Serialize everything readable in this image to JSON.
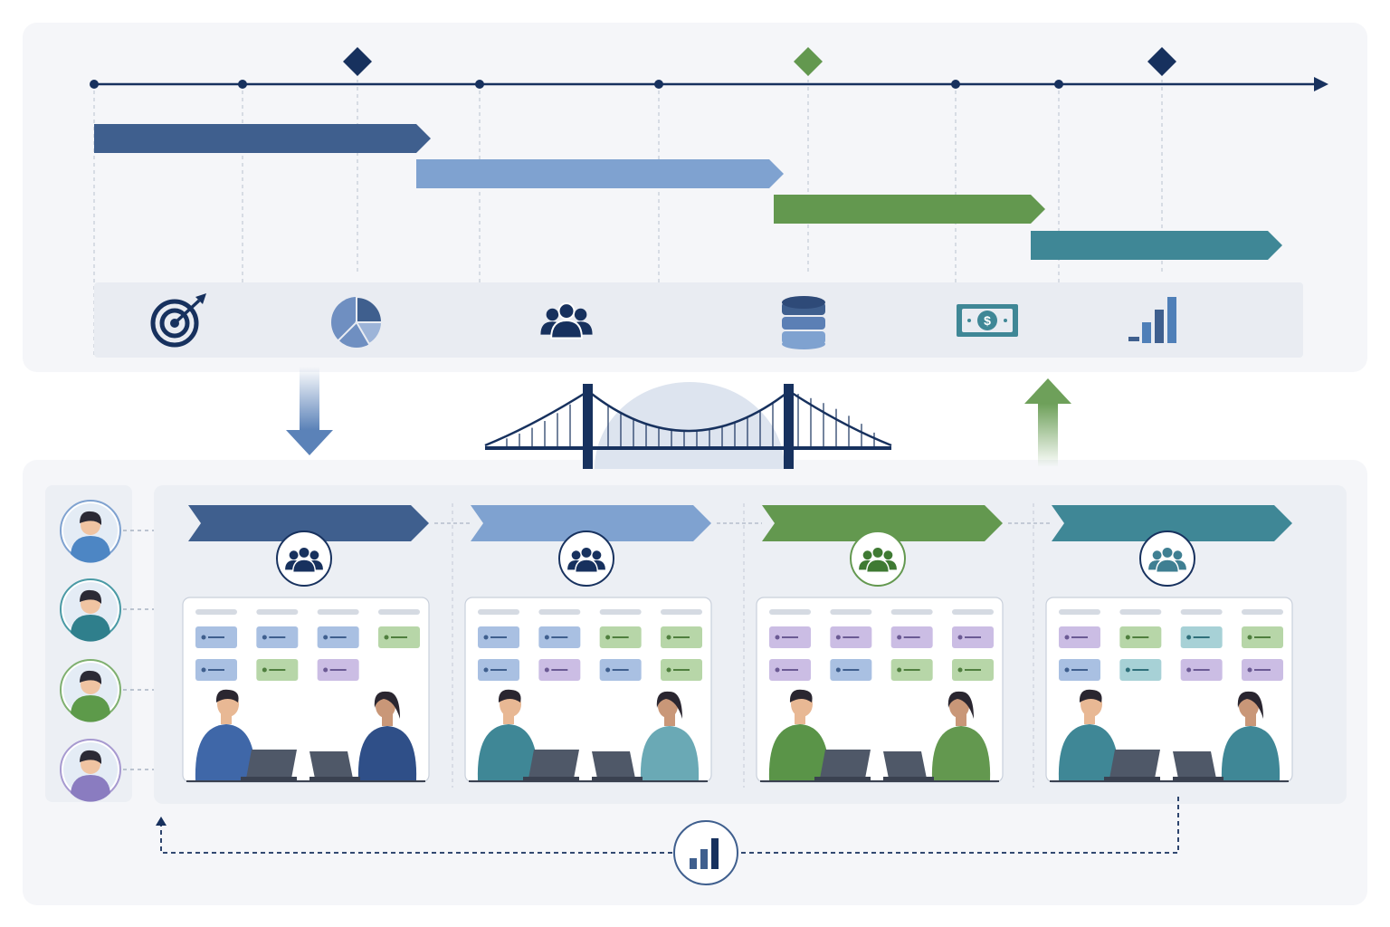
{
  "colors": {
    "navy": "#17315e",
    "dark_blue": "#3f5f8e",
    "light_blue": "#7fa2d0",
    "green": "#63984f",
    "teal": "#3f8796",
    "purple": "#b8a9d6"
  },
  "timeline": {
    "milestones": [
      {
        "icon": "milestone-diamond-icon",
        "color": "#17315e"
      },
      {
        "icon": "milestone-diamond-icon",
        "color": "#63984f"
      },
      {
        "icon": "milestone-diamond-icon",
        "color": "#17315e"
      }
    ],
    "phase_bars": [
      {
        "color": "#3f5f8e"
      },
      {
        "color": "#7fa2d0"
      },
      {
        "color": "#63984f"
      },
      {
        "color": "#3f8796"
      }
    ],
    "category_icons": [
      "target-icon",
      "pie-chart-icon",
      "team-icon",
      "database-icon",
      "money-icon",
      "bar-chart-icon"
    ]
  },
  "connectors": {
    "down_arrow_icon": "arrow-down-icon",
    "up_arrow_icon": "arrow-up-icon",
    "bridge_icon": "bridge-icon",
    "feedback_icon": "bar-chart-icon"
  },
  "team_members": [
    {
      "icon": "avatar-icon",
      "ring": "#7fa2d0",
      "shirt": "#4d86c4"
    },
    {
      "icon": "avatar-icon",
      "ring": "#4a9aa5",
      "shirt": "#2f7f8c"
    },
    {
      "icon": "avatar-icon",
      "ring": "#7fb070",
      "shirt": "#5d9a4a"
    },
    {
      "icon": "avatar-icon",
      "ring": "#a79ad0",
      "shirt": "#8a7cc0"
    }
  ],
  "workstreams": [
    {
      "color": "#3f5f8e",
      "team_icon": "team-icon",
      "cards": [
        [
          "blue",
          "blue",
          "blue",
          "green"
        ],
        [
          "blue",
          "green",
          "purple",
          null
        ]
      ],
      "people": [
        "#3f67a8",
        "#2f4f88"
      ]
    },
    {
      "color": "#7fa2d0",
      "team_icon": "team-icon",
      "cards": [
        [
          "blue",
          "blue",
          "green",
          "green"
        ],
        [
          "blue",
          "purple",
          "blue",
          "green"
        ]
      ],
      "people": [
        "#3f8796",
        "#6aa9b5"
      ]
    },
    {
      "color": "#63984f",
      "team_icon": "team-icon",
      "cards": [
        [
          "purple",
          "purple",
          "purple",
          "purple"
        ],
        [
          "purple",
          "blue",
          "green",
          "green"
        ]
      ],
      "people": [
        "#5a9448",
        "#63984f"
      ]
    },
    {
      "color": "#3f8796",
      "team_icon": "team-icon",
      "cards": [
        [
          "purple",
          "green",
          "teal",
          "green"
        ],
        [
          "blue",
          "teal",
          "purple",
          "purple"
        ]
      ],
      "people": [
        "#3f8796",
        "#3f8796"
      ]
    }
  ]
}
